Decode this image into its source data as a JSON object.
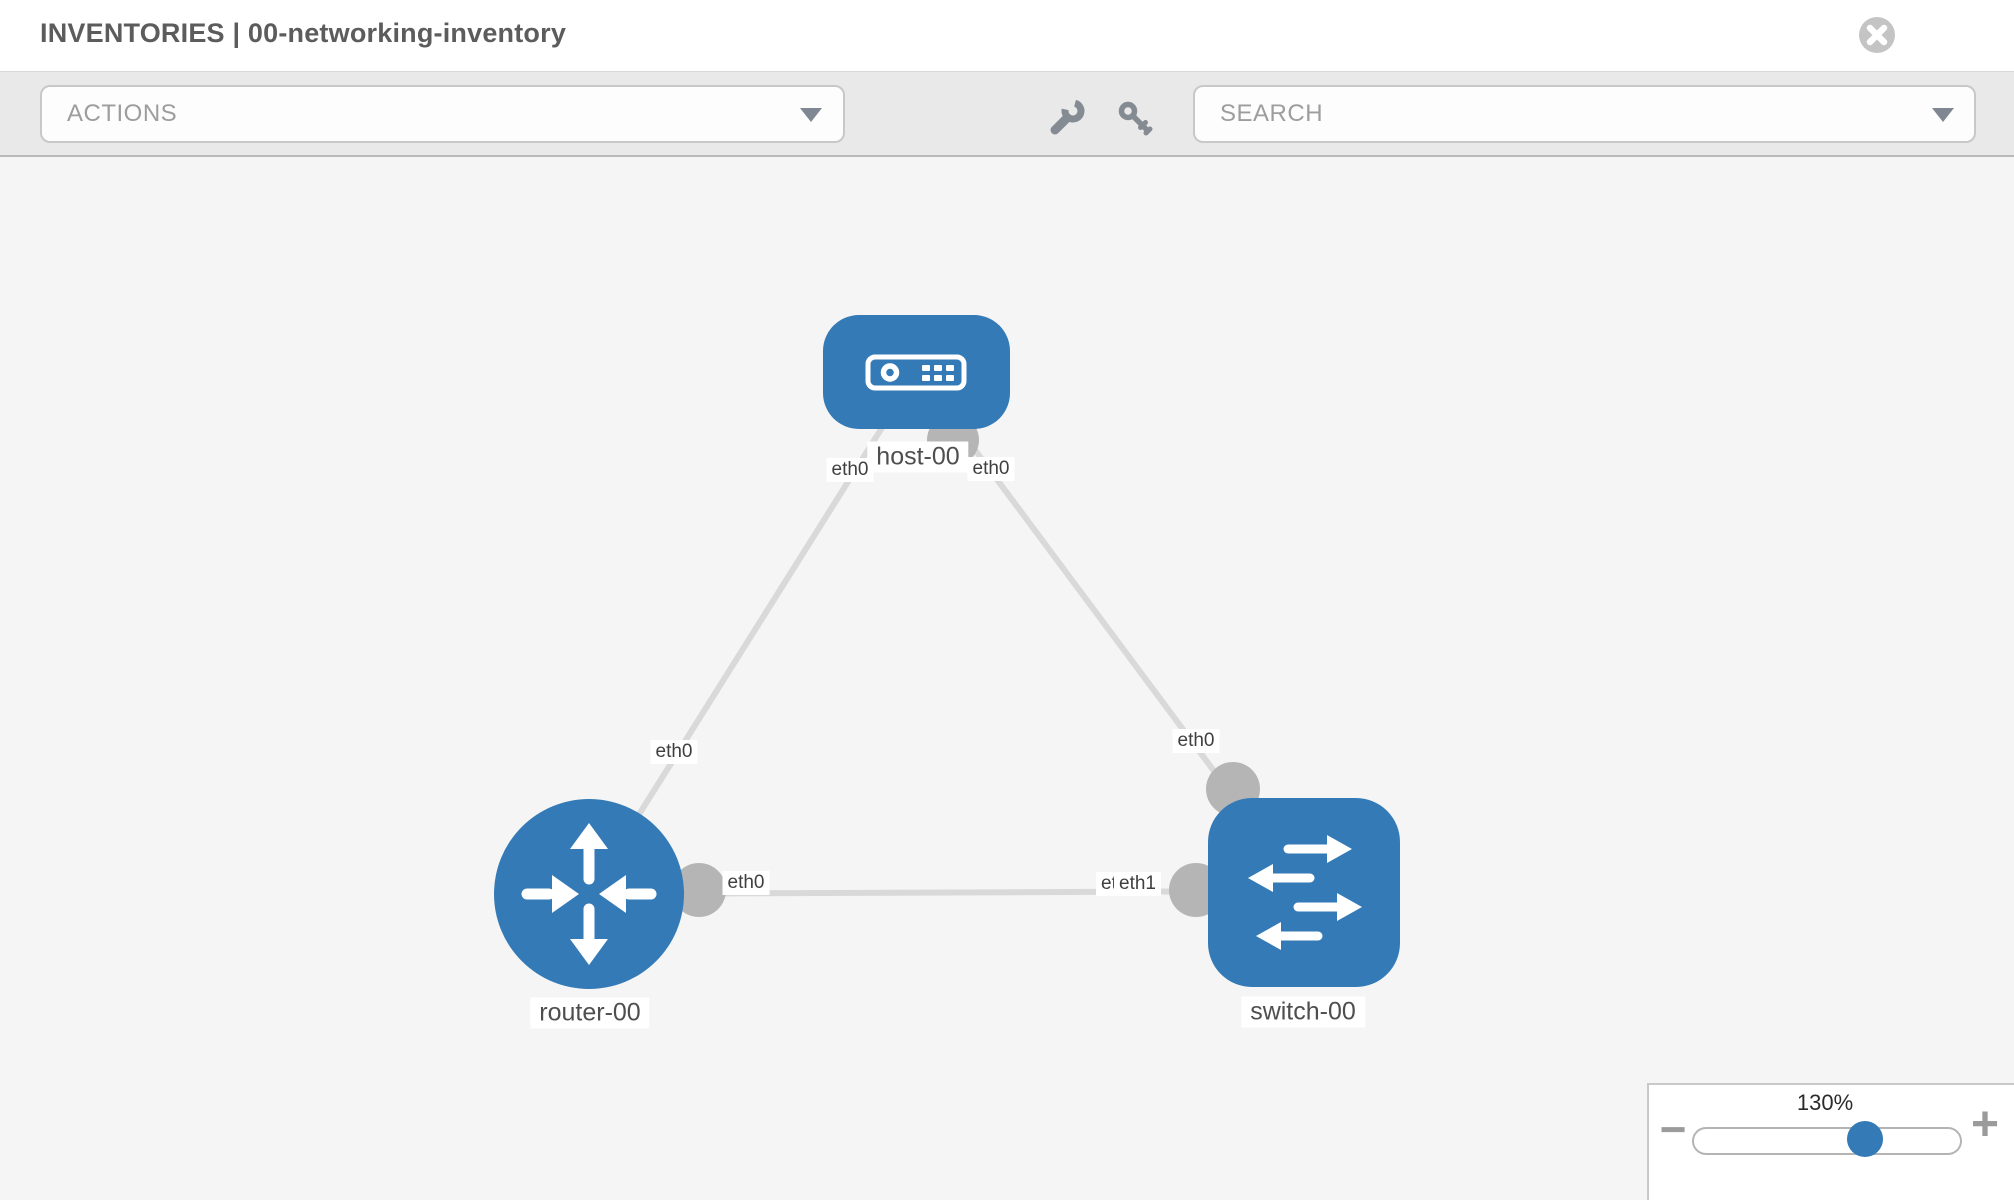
{
  "header": {
    "title": "INVENTORIES | 00-networking-inventory"
  },
  "toolbar": {
    "actions_label": "ACTIONS",
    "search_placeholder": "SEARCH",
    "icons": [
      "wrench-icon",
      "key-icon"
    ]
  },
  "topology": {
    "nodes": [
      {
        "id": "host-00",
        "label": "host-00",
        "type": "host"
      },
      {
        "id": "router-00",
        "label": "router-00",
        "type": "router"
      },
      {
        "id": "switch-00",
        "label": "switch-00",
        "type": "switch"
      }
    ],
    "links": [
      {
        "from": "host-00",
        "from_if": "eth0",
        "to": "router-00",
        "to_if": "eth0"
      },
      {
        "from": "host-00",
        "from_if": "eth0",
        "to": "switch-00",
        "to_if": "eth0"
      },
      {
        "from": "router-00",
        "from_if": "eth0",
        "to": "switch-00",
        "to_if": "eth1"
      }
    ],
    "interface_labels": {
      "host_left": "eth0",
      "host_right": "eth0",
      "router_host_link": "eth0",
      "router_right": "eth0",
      "switch_top": "eth0",
      "switch_left_back": "eth0",
      "switch_left_front": "eth1"
    }
  },
  "zoom_control": {
    "level": "130%",
    "minus": "−",
    "plus": "+"
  },
  "colors": {
    "node_blue": "#337ab7",
    "interface_gray": "#b5b5b5",
    "link_gray": "#d9d9d9"
  }
}
